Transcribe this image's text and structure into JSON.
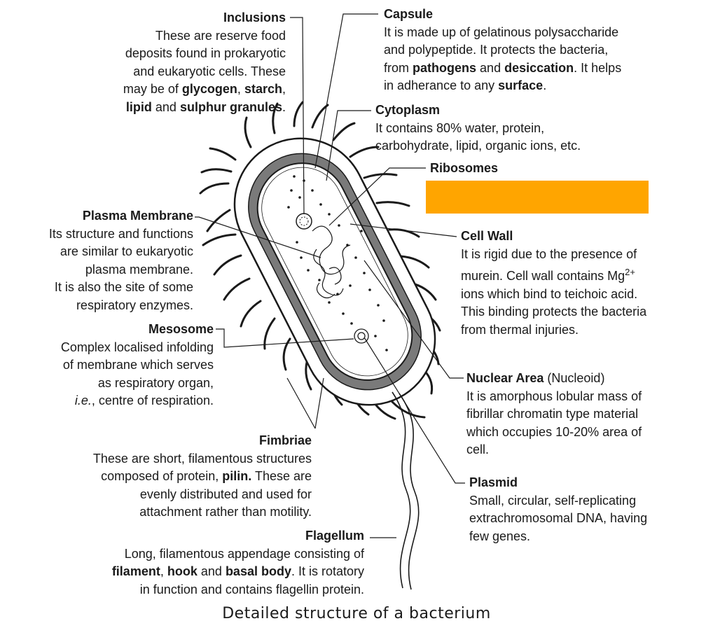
{
  "caption": "Detailed structure of a bacterium",
  "colors": {
    "redaction": "#ffa500",
    "cell_wall": "#7a7a7a",
    "ink": "#1a1a1a"
  },
  "labels": {
    "inclusions": {
      "title": "Inclusions",
      "l1": "These are reserve food",
      "l2": "deposits found in prokaryotic",
      "l3": "and eukaryotic cells. These",
      "l4": "may be of",
      "b1": "glycogen",
      "c1": ",",
      "b2": "starch",
      "c2": ",",
      "b3": "lipid",
      "and": "and",
      "b4": "sulphur granules",
      "end": "."
    },
    "capsule": {
      "title": "Capsule",
      "l1": "It is made up of gelatinous polysaccharide",
      "l2": "and polypeptide. It protects the bacteria,",
      "l3a": "from",
      "l3b": "pathogens",
      "l3c": "and",
      "l3d": "desiccation",
      "l3e": ". It helps",
      "l4a": "in adherance to any",
      "l4b": "surface",
      "l4c": "."
    },
    "cytoplasm": {
      "title": "Cytoplasm",
      "l1": "It contains 80% water, protein,",
      "l2": "carbohydrate, lipid, organic ions, etc."
    },
    "ribosomes": {
      "title": "Ribosomes"
    },
    "plasma_membrane": {
      "title": "Plasma Membrane",
      "l1": "Its structure and functions",
      "l2": "are similar to eukaryotic",
      "l3": "plasma membrane.",
      "l4": "It is also the site of some",
      "l5": "respiratory enzymes."
    },
    "cell_wall": {
      "title": "Cell Wall",
      "l1": "It is rigid due to the  presence of",
      "l2a": "murein. Cell wall contains Mg",
      "l2sup": "2+",
      "l3": "ions which bind to teichoic acid.",
      "l4": "This binding protects the bacteria",
      "l5": "from thermal injuries."
    },
    "mesosome": {
      "title": "Mesosome",
      "l1": "Complex localised infolding",
      "l2": "of membrane which serves",
      "l3": "as respiratory organ,",
      "l4a": "i.e.",
      "l4b": ", centre of respiration."
    },
    "nuclear_area": {
      "title": "Nuclear Area",
      "sub": "(Nucleoid)",
      "l1": "It is amorphous lobular mass of",
      "l2": "fibrillar chromatin type material",
      "l3": "which occupies 10-20% area of",
      "l4": "cell."
    },
    "fimbriae": {
      "title": "Fimbriae",
      "l1": "These are short, filamentous structures",
      "l2a": "composed of protein,",
      "l2b": "pilin.",
      "l2c": "These are",
      "l3": "evenly distributed and used for",
      "l4": "attachment rather than motility."
    },
    "plasmid": {
      "title": "Plasmid",
      "l1": "Small, circular, self-replicating",
      "l2": "extrachromosomal DNA, having",
      "l3": "few genes."
    },
    "flagellum": {
      "title": "Flagellum",
      "l1": "Long, filamentous appendage consisting of",
      "l2a": "filament",
      "l2b": ",",
      "l2c": "hook",
      "l2d": "and",
      "l2e": "basal body",
      "l2f": ". It is rotatory",
      "l3": "in function and contains flagellin protein."
    }
  }
}
